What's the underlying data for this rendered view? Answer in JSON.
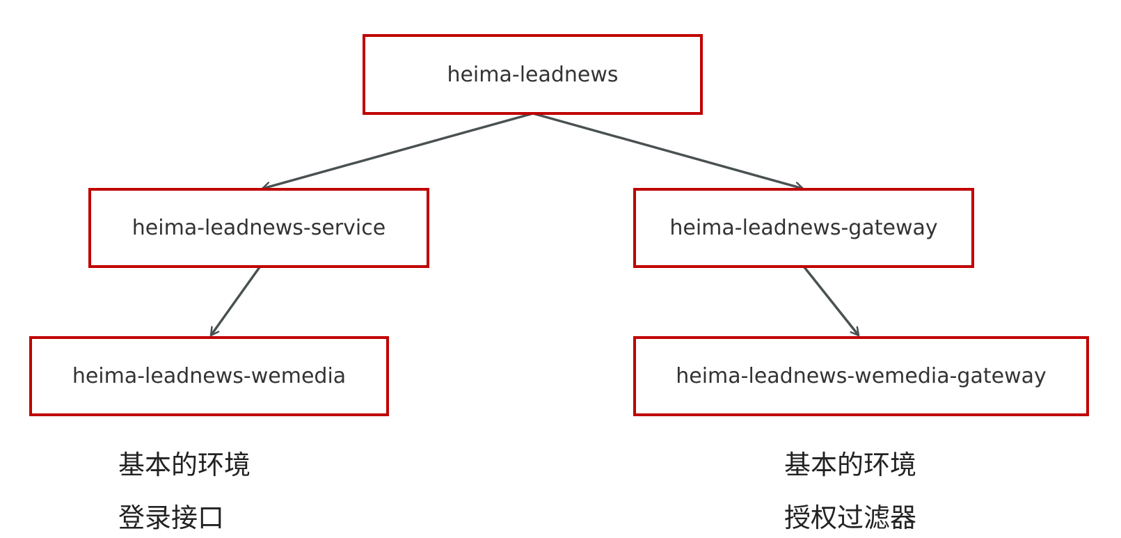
{
  "nodes": {
    "root": "heima-leadnews",
    "service": "heima-leadnews-service",
    "gateway": "heima-leadnews-gateway",
    "wemedia": "heima-leadnews-wemedia",
    "wemedia_gateway": "heima-leadnews-wemedia-gateway"
  },
  "notes": {
    "left": [
      "基本的环境",
      "登录接口"
    ],
    "right": [
      "基本的环境",
      "授权过滤器"
    ]
  },
  "colors": {
    "box_border": "#C00000",
    "arrow": "#4A5152"
  }
}
